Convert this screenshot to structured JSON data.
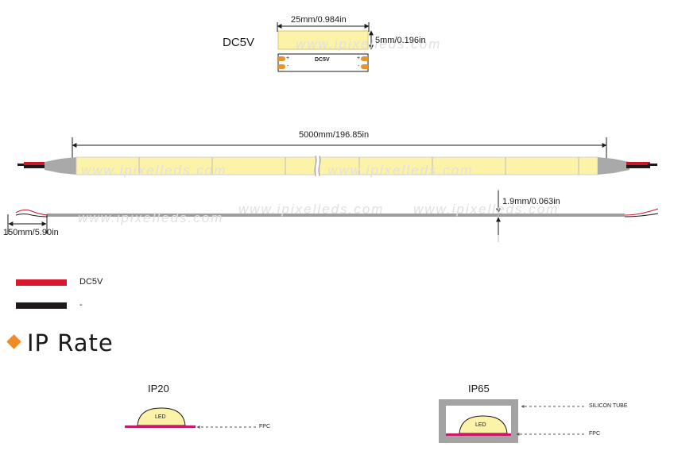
{
  "top_section": {
    "voltage_label": "DC5V",
    "length_label": "25mm/0.984in",
    "width_label": "5mm/0.196in",
    "pcb_label": "DC5V",
    "pad_plus": "+",
    "pad_minus": "-"
  },
  "strip_section": {
    "total_length_label": "5000mm/196.85in",
    "thickness_label": "1.9mm/0.063in",
    "wire_length_label": "150mm/5.90in"
  },
  "watermark_text": "www.ipixelleds.com",
  "legend": [
    {
      "label": "DC5V",
      "color": "#d8192b"
    },
    {
      "label": "-",
      "color": "#1e1a1a"
    }
  ],
  "ip_section": {
    "title": "IP Rate",
    "accent_color": "#f08a24",
    "ip20": {
      "title": "IP20",
      "led_label": "LED",
      "fpc_label": "FPC"
    },
    "ip65": {
      "title": "IP65",
      "led_label": "LED",
      "tube_label": "SILICON TUBE",
      "fpc_label": "FPC"
    }
  },
  "colors": {
    "led_yellow": "#fdf3a8",
    "fpc_magenta": "#c8196b",
    "tube_gray": "#9a9a9a",
    "pad_orange": "#e3962d"
  }
}
